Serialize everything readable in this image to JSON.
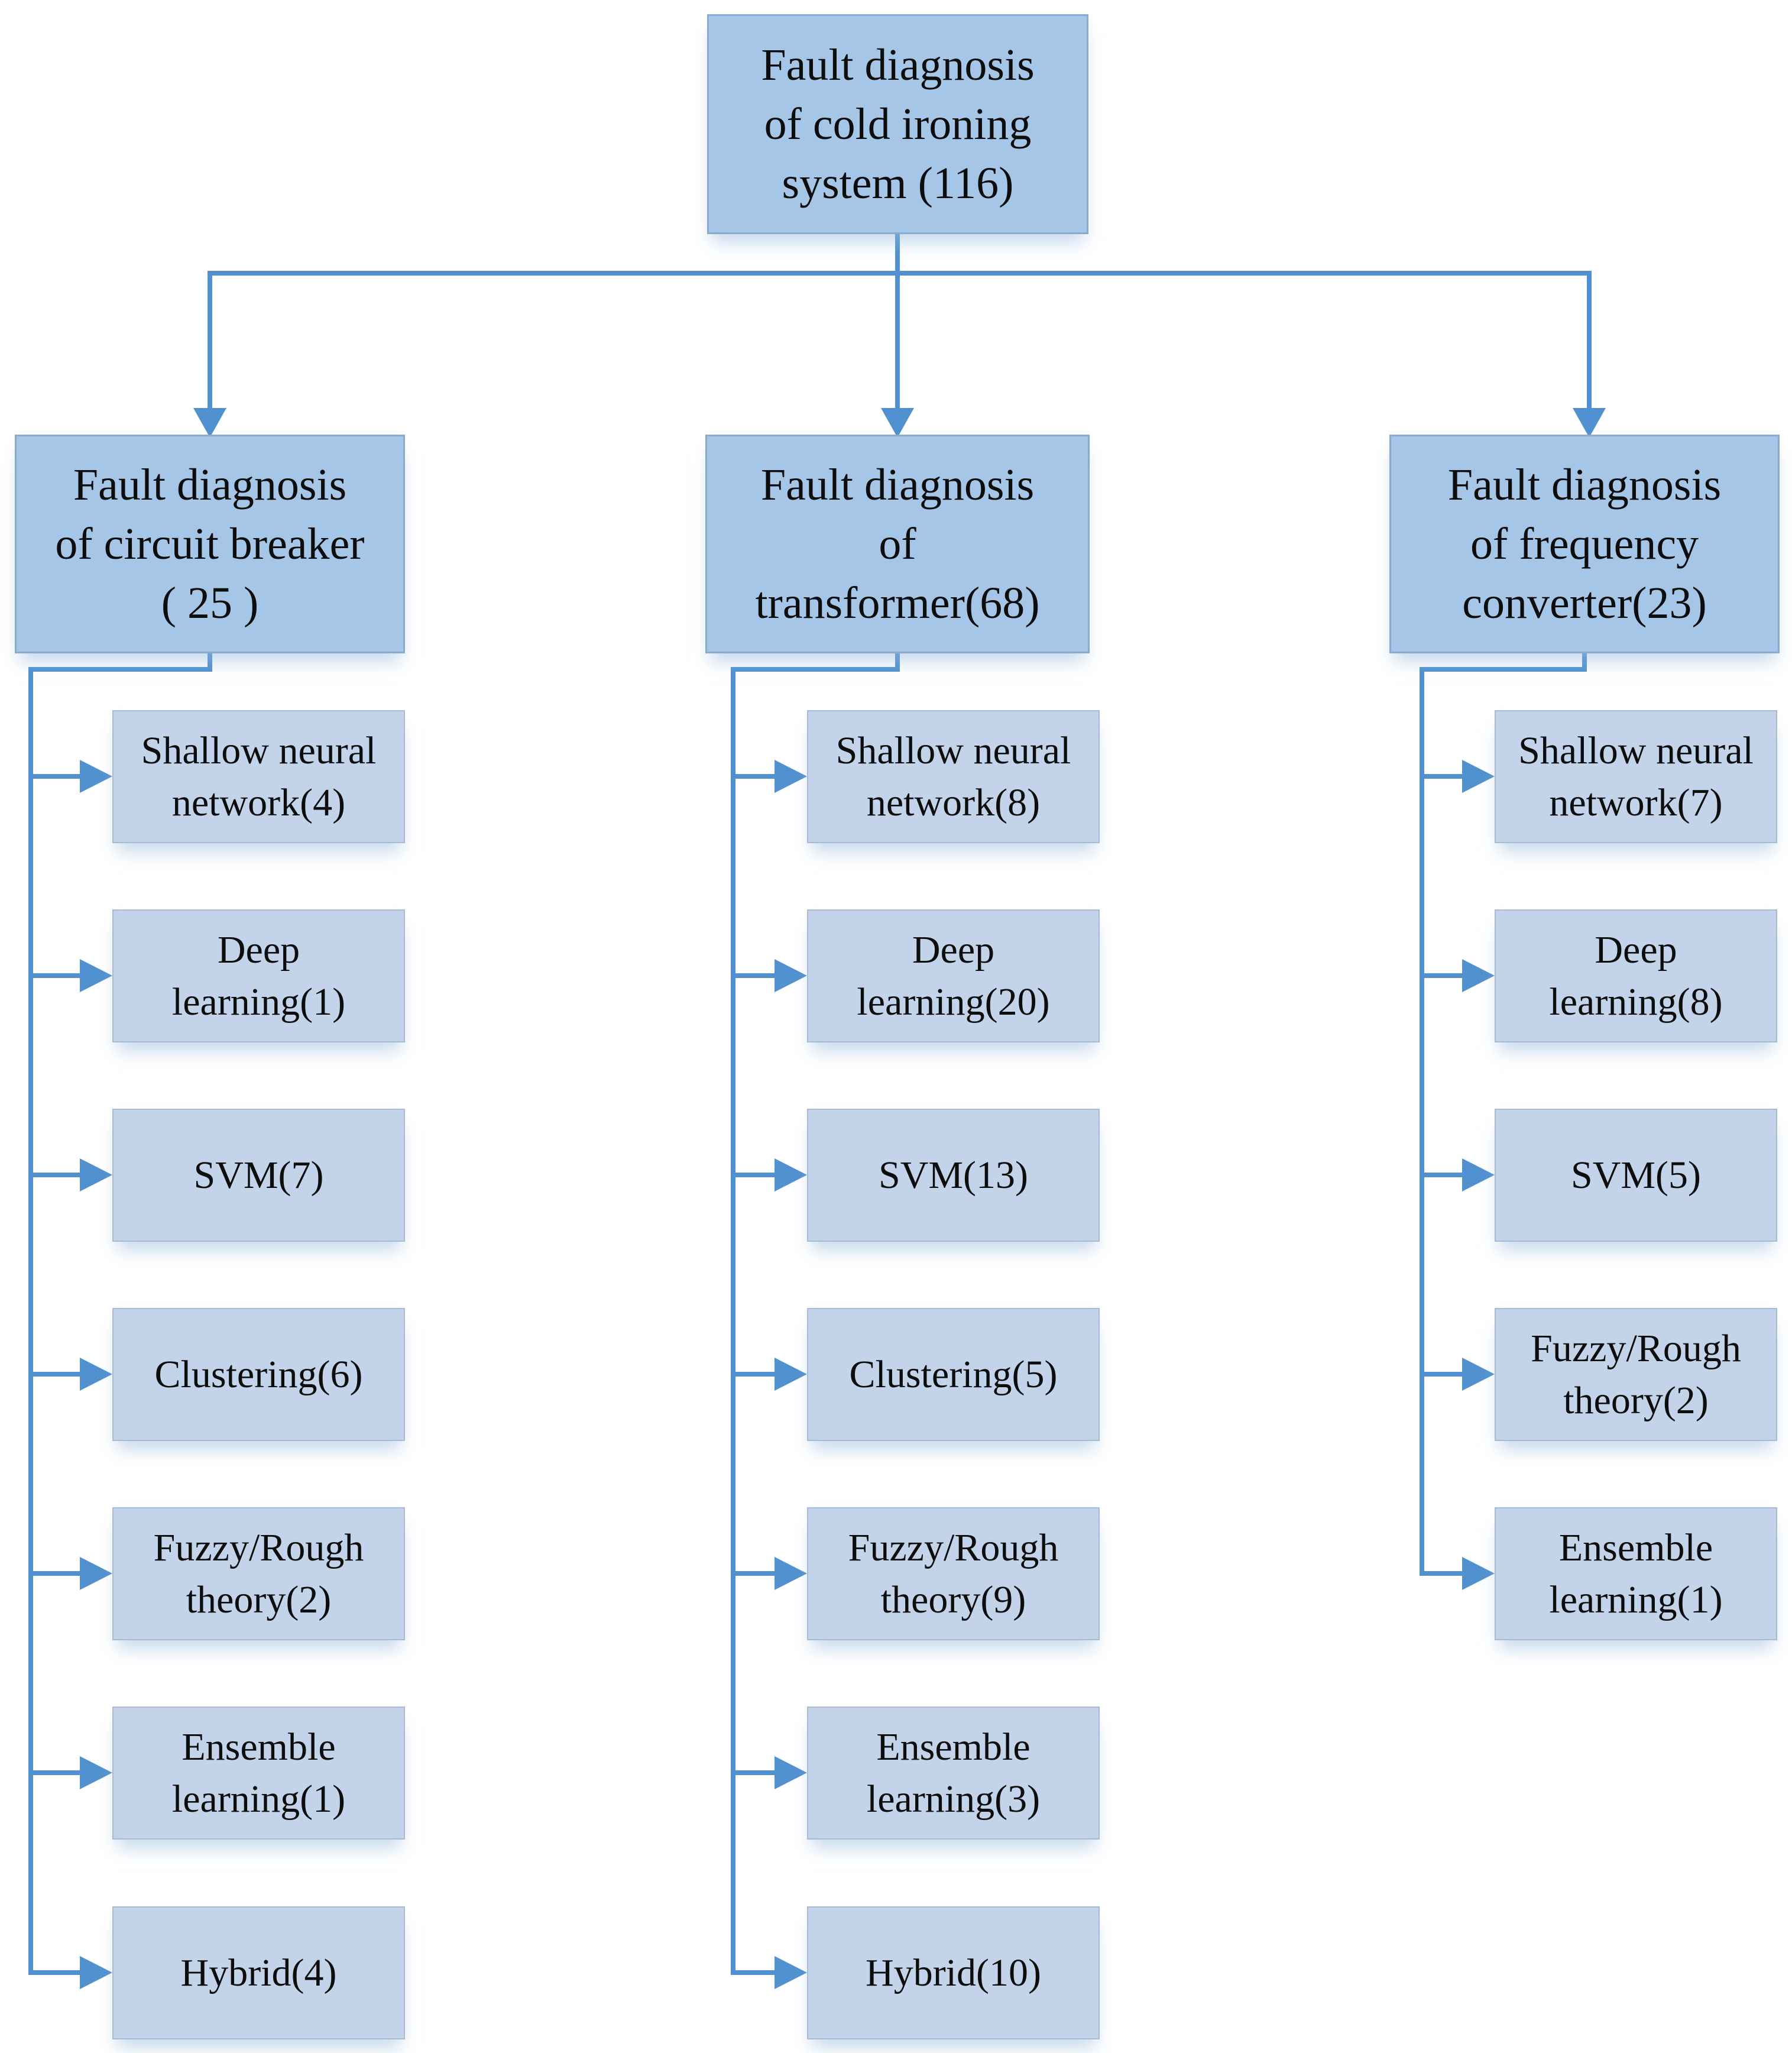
{
  "figure": {
    "background": "#ffffff",
    "colors": {
      "parent_box_fill": "#a6c6e8",
      "parent_box_border": "#8aabd0",
      "child_box_fill": "#c2d3ea",
      "child_box_border": "#a9bbd3",
      "connector": "#5191cf",
      "text": "#0d0d0d"
    },
    "root": {
      "label": "Fault diagnosis\nof cold ironing\nsystem (116)",
      "count": 116
    },
    "branches": [
      {
        "label": "Fault diagnosis\nof circuit breaker\n( 25 )",
        "count": 25,
        "children": [
          {
            "label": "Shallow neural\nnetwork(4)",
            "count": 4
          },
          {
            "label": "Deep\nlearning(1)",
            "count": 1
          },
          {
            "label": "SVM(7)",
            "count": 7
          },
          {
            "label": "Clustering(6)",
            "count": 6
          },
          {
            "label": "Fuzzy/Rough\ntheory(2)",
            "count": 2
          },
          {
            "label": "Ensemble\nlearning(1)",
            "count": 1
          },
          {
            "label": "Hybrid(4)",
            "count": 4
          }
        ]
      },
      {
        "label": "Fault diagnosis\nof\ntransformer(68)",
        "count": 68,
        "children": [
          {
            "label": "Shallow neural\nnetwork(8)",
            "count": 8
          },
          {
            "label": "Deep\nlearning(20)",
            "count": 20
          },
          {
            "label": "SVM(13)",
            "count": 13
          },
          {
            "label": "Clustering(5)",
            "count": 5
          },
          {
            "label": "Fuzzy/Rough\ntheory(9)",
            "count": 9
          },
          {
            "label": "Ensemble\nlearning(3)",
            "count": 3
          },
          {
            "label": "Hybrid(10)",
            "count": 10
          }
        ]
      },
      {
        "label": "Fault diagnosis\nof frequency\nconverter(23)",
        "count": 23,
        "children": [
          {
            "label": "Shallow neural\nnetwork(7)",
            "count": 7
          },
          {
            "label": "Deep\nlearning(8)",
            "count": 8
          },
          {
            "label": "SVM(5)",
            "count": 5
          },
          {
            "label": "Fuzzy/Rough\ntheory(2)",
            "count": 2
          },
          {
            "label": "Ensemble\nlearning(1)",
            "count": 1
          }
        ]
      }
    ]
  }
}
